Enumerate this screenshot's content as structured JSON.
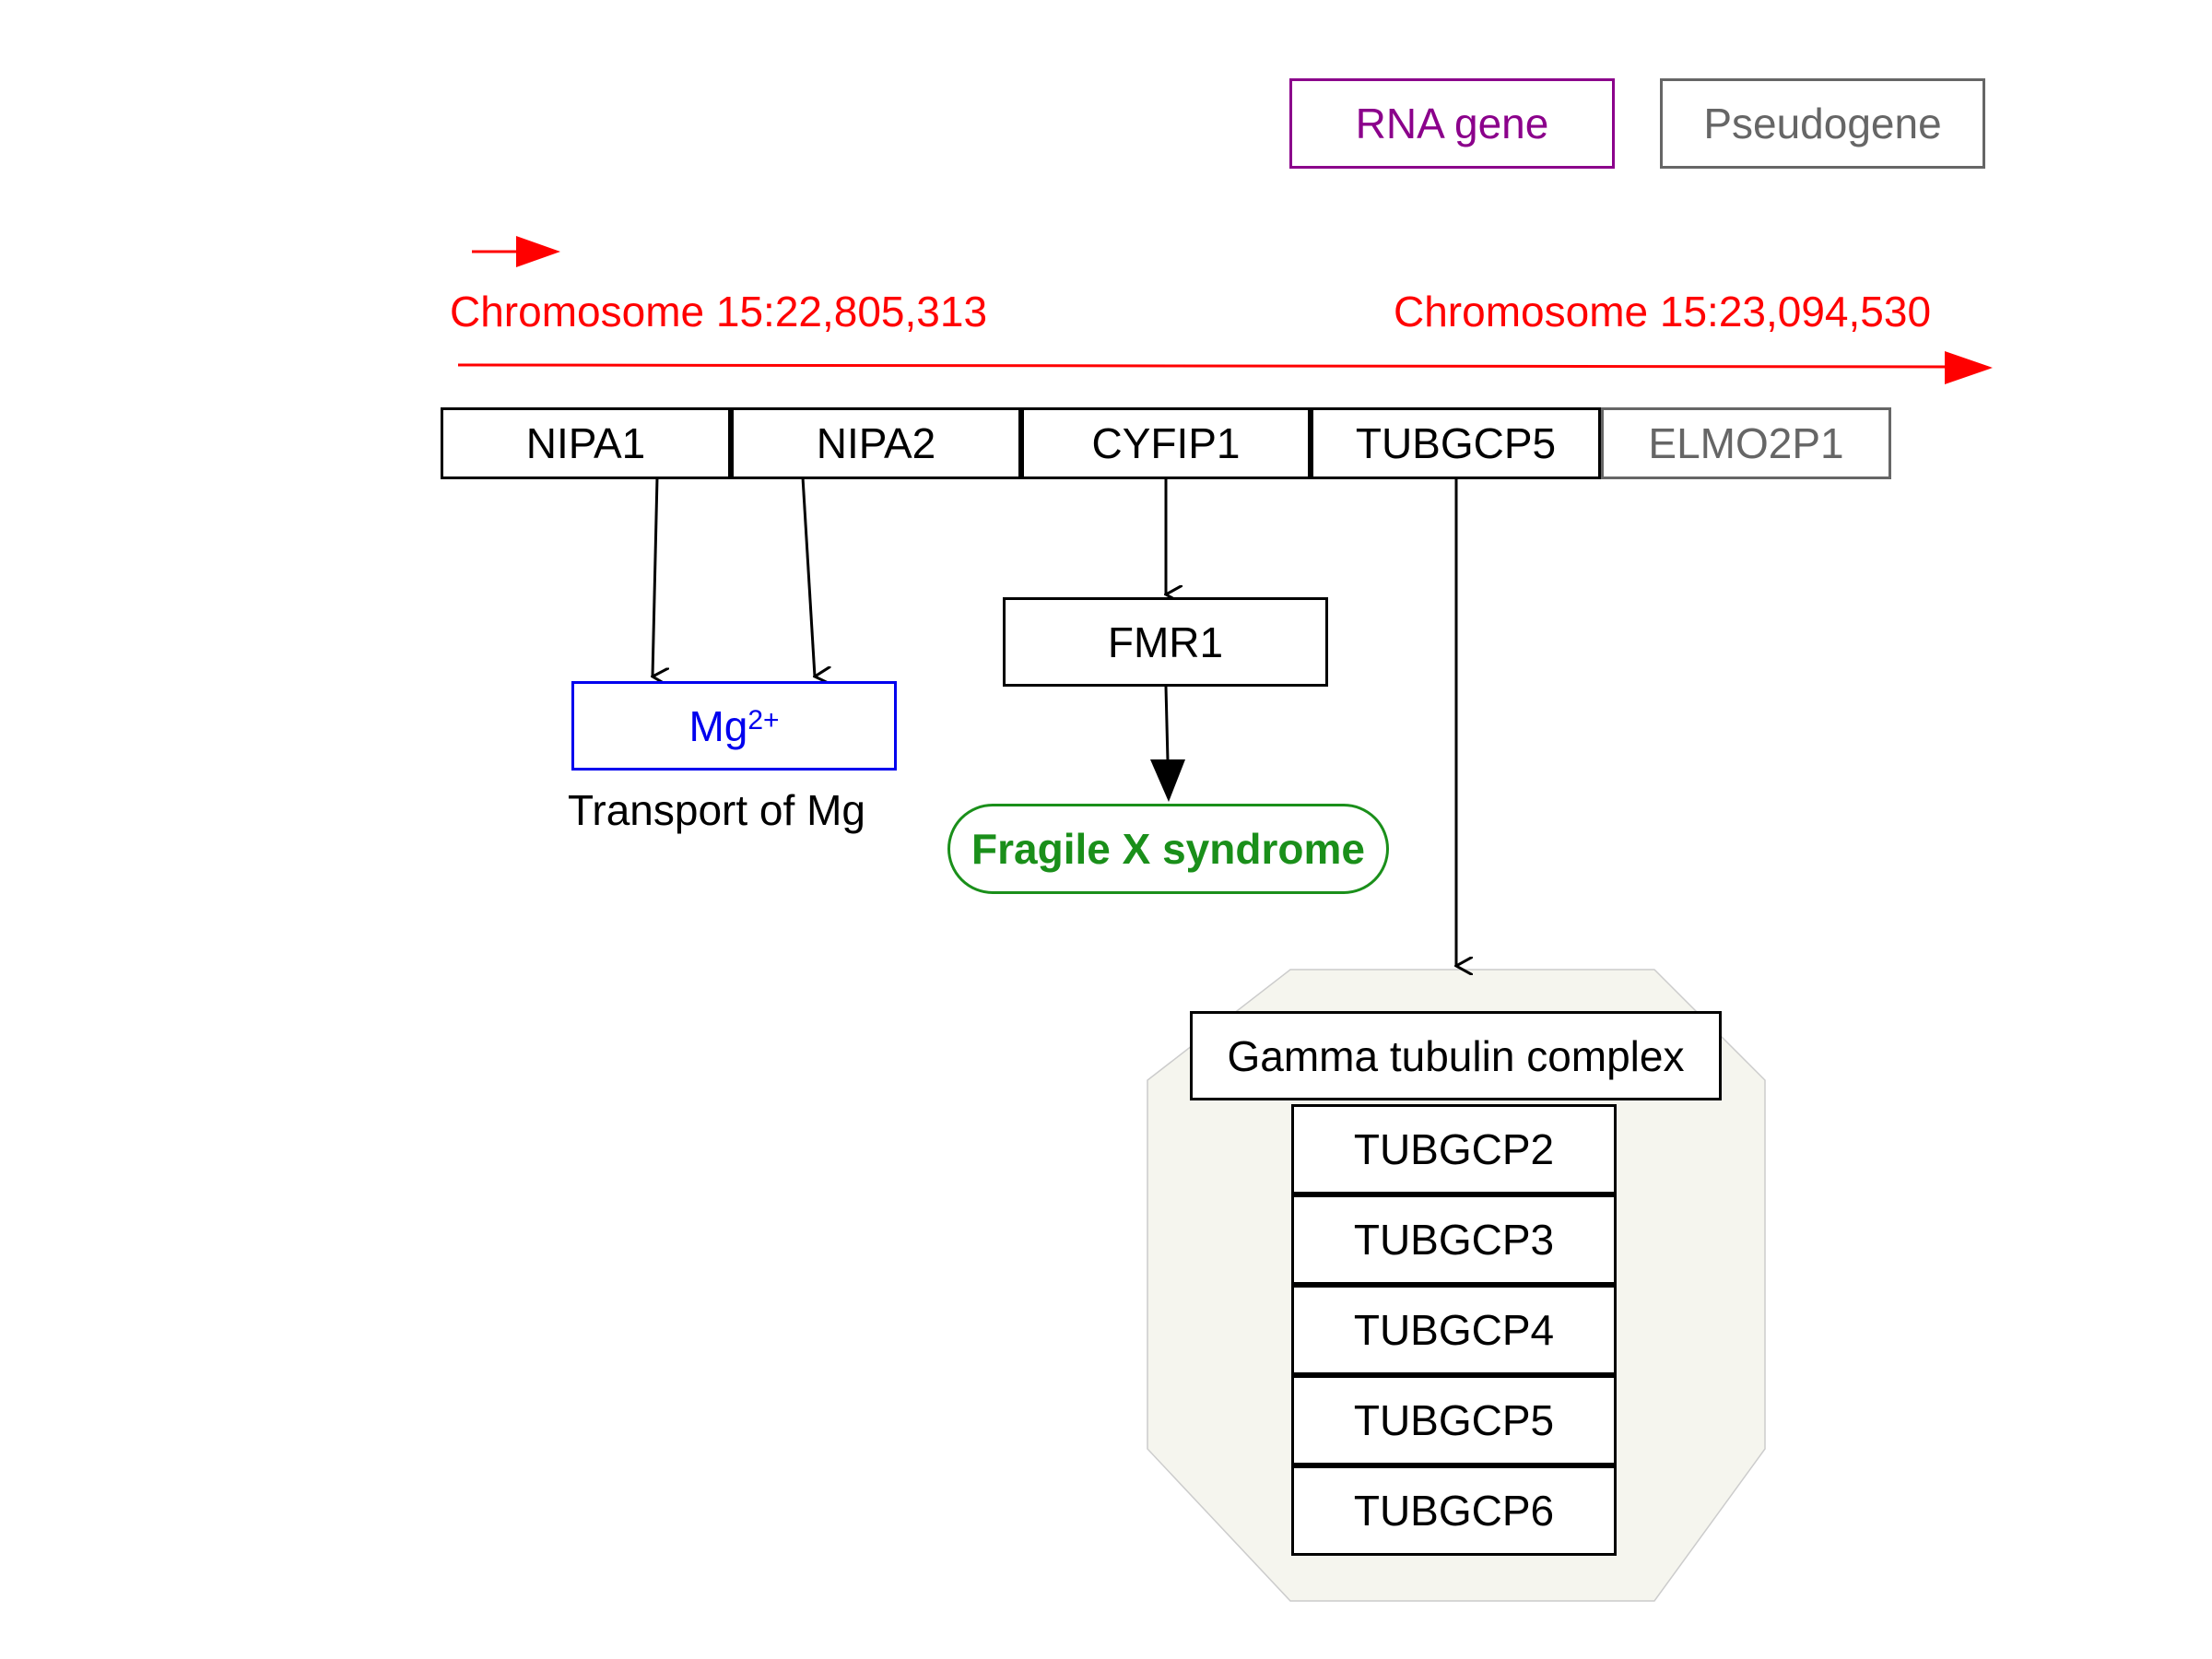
{
  "legend": {
    "rna_gene": "RNA gene",
    "pseudogene": "Pseudogene"
  },
  "chromosome": {
    "start": "Chromosome 15:22,805,313",
    "end": "Chromosome 15:23,094,530"
  },
  "genes": [
    "NIPA1",
    "NIPA2",
    "CYFIP1",
    "TUBGCP5",
    "ELMO2P1"
  ],
  "magnesium": {
    "symbol": "Mg",
    "charge": "2+",
    "caption": "Transport of Mg"
  },
  "fmr1": "FMR1",
  "disease": "Fragile X syndrome",
  "complex": {
    "title": "Gamma tubulin complex",
    "members": [
      "TUBGCP2",
      "TUBGCP3",
      "TUBGCP4",
      "TUBGCP5",
      "TUBGCP6"
    ]
  },
  "colors": {
    "chromosome": "#ff0000",
    "rna_gene": "#8b008b",
    "pseudogene": "#666666",
    "magnesium": "#0000ee",
    "disease": "#1a8f1a",
    "complex_bg": "#f5f5ee"
  }
}
